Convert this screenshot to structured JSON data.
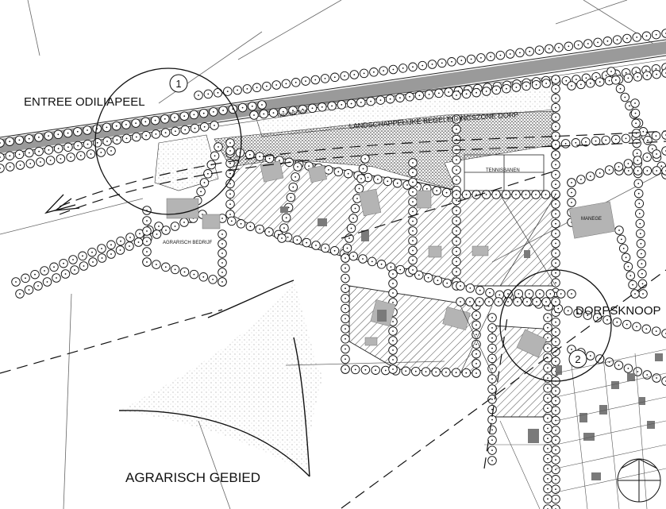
{
  "labels": {
    "entree": "ENTREE ODILIAPEEL",
    "dorpsknoop": "DORPSKNOOP",
    "agrarisch_gebied": "AGRARISCH GEBIED",
    "nieuwe_dijk": "NIEUWE DIJK",
    "landschappelijke_zone": "LANDSCHAPPELIJKE BEGELEIDINGSZONE DORP",
    "tennisbanen": "TENNISBANEN",
    "manege": "MANEGE",
    "agrarisch_bedrijf": "AGRARISCH BEDRIJF"
  },
  "markers": {
    "marker_1": "1",
    "marker_2": "2"
  },
  "colors": {
    "line": "#111111",
    "road_fill": "#9a9a9a",
    "building_fill": "#b4b4b4",
    "dark_building_fill": "#7a7a7a",
    "stipple": "#555555"
  },
  "icons": {
    "north_arrow": "north-arrow-icon",
    "direction_arrow": "direction-arrow-icon"
  }
}
